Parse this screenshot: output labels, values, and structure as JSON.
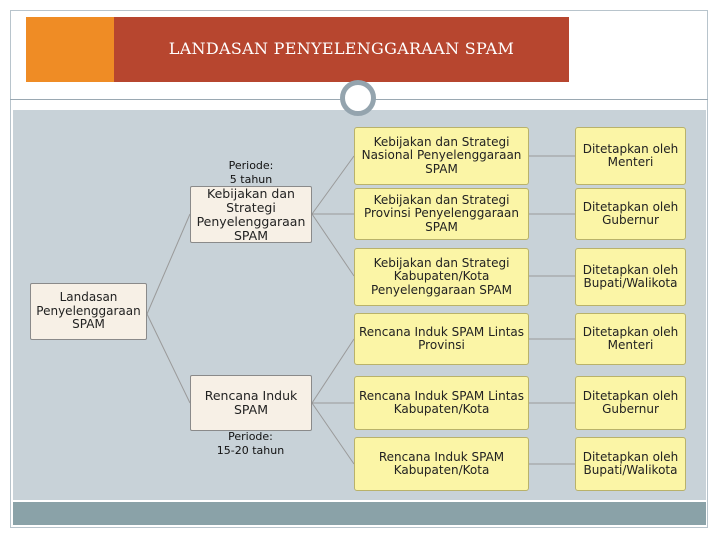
{
  "slide": {
    "title": "LANDASAN PENYELENGGARAAN SPAM",
    "colors": {
      "title_bg": "#b7462f",
      "title_accent": "#ef8c25",
      "content_bg": "#c8d2d8",
      "footer_bg": "#8aa2a8",
      "box_beige": "#f7f0e6",
      "box_yellow": "#fbf5a6"
    }
  },
  "diagram": {
    "root": "Landasan Penyelenggaraan SPAM",
    "branches": [
      {
        "label": "Kebijakan dan Strategi Penyelenggaraan SPAM",
        "period_label": "Periode:",
        "period_value": "5 tahun",
        "items": [
          {
            "name": "Kebijakan dan Strategi Nasional Penyelenggaraan SPAM",
            "authority": "Ditetapkan oleh Menteri"
          },
          {
            "name": "Kebijakan dan Strategi Provinsi Penyelenggaraan SPAM",
            "authority": "Ditetapkan oleh Gubernur"
          },
          {
            "name": "Kebijakan dan Strategi Kabupaten/Kota Penyelenggaraan SPAM",
            "authority": "Ditetapkan oleh Bupati/Walikota"
          }
        ]
      },
      {
        "label": "Rencana Induk SPAM",
        "period_label": "Periode:",
        "period_value": "15-20 tahun",
        "items": [
          {
            "name": "Rencana Induk SPAM Lintas Provinsi",
            "authority": "Ditetapkan oleh Menteri"
          },
          {
            "name": "Rencana Induk SPAM Lintas Kabupaten/Kota",
            "authority": "Ditetapkan oleh Gubernur"
          },
          {
            "name": "Rencana Induk SPAM Kabupaten/Kota",
            "authority": "Ditetapkan oleh Bupati/Walikota"
          }
        ]
      }
    ]
  }
}
